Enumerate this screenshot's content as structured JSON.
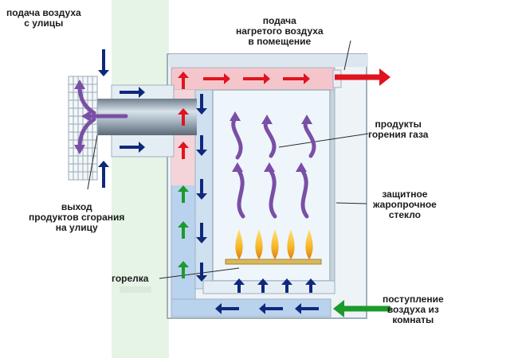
{
  "labels": {
    "street_air_intake": "подача воздуха\nс улицы",
    "heated_air_output": "подача\nнагретого воздуха\nв помещение",
    "gas_combustion_products": "продукты\nгорения газа",
    "exhaust_outside": "выход\nпродуктов сгорания\nна улицу",
    "protective_glass": "защитное\nжаропрочное\nстекло",
    "burner": "горелка",
    "room_air_intake": "поступление\nвоздуха из\nкомнаты"
  },
  "colors": {
    "cold_air_arrow": "#10287a",
    "hot_air_arrow": "#e0141e",
    "room_air_arrow": "#1c9a2c",
    "combustion_arrow": "#7a4fa6",
    "wall": "#e6f4e6",
    "hot_channel": "#f4c6cc",
    "cold_channel": "#b9d3ee",
    "glass": "#eef6fb"
  }
}
